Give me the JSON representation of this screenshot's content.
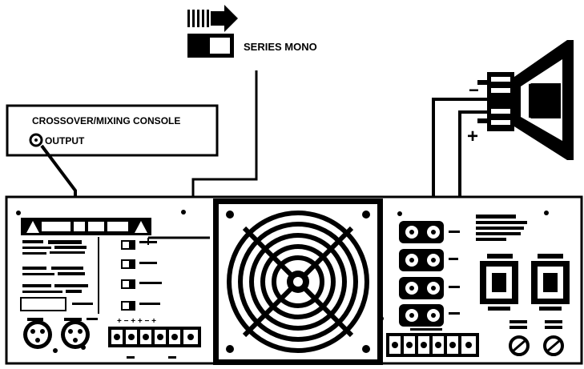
{
  "mode_label": "SERIES MONO",
  "console": {
    "title": "CROSSOVER/MIXING CONSOLE",
    "output_label": "OUTPUT"
  },
  "speaker": {
    "minus_sign": "−",
    "plus_sign": "+"
  },
  "icons": {
    "arrow": "right-arrow-icon",
    "switch": "dip-switch-icon",
    "warning": "warning-triangle-icon"
  },
  "colors": {
    "ink": "#000000",
    "paper": "#ffffff"
  }
}
